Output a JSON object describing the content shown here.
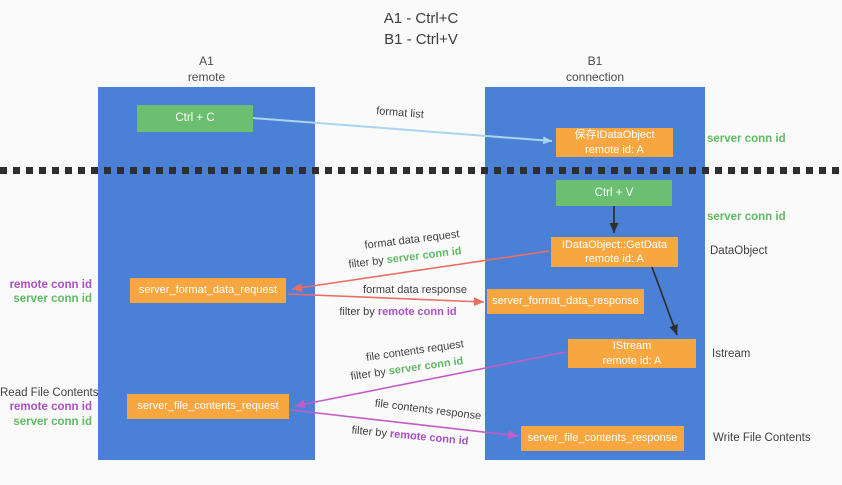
{
  "title": {
    "line1": "A1 - Ctrl+C",
    "line2": "B1 - Ctrl+V"
  },
  "columns": {
    "left": {
      "name": "A1",
      "subtitle": "remote"
    },
    "right": {
      "name": "B1",
      "subtitle": "connection"
    }
  },
  "nodes": {
    "ctrl_c": "Ctrl + C",
    "ctrl_v": "Ctrl + V",
    "save_idataobject": {
      "line1": "保存IDataObject",
      "line2": "remote id: A"
    },
    "getdata": {
      "line1": "IDataObject::GetData",
      "line2": "remote id: A"
    },
    "istream": {
      "line1": "IStream",
      "line2": "remote id: A"
    },
    "format_request": "server_format_data_request",
    "format_response": "server_format_data_response",
    "file_request": "server_file_contents_request",
    "file_response": "server_file_contents_response"
  },
  "labels": {
    "format_list": "format list",
    "format_data_request": "format data request",
    "format_data_response": "format data response",
    "file_contents_request": "file contents request",
    "file_contents_response": "file contents response",
    "filter_by": "filter by",
    "server_conn_id": "server conn id",
    "remote_conn_id": "remote conn id",
    "dataobject": "DataObject",
    "istream": "Istream",
    "read_file_contents": "Read File Contents",
    "write_file_contents": "Write File Contents"
  },
  "colors": {
    "column_blue": "#4a80d5",
    "box_green": "#6cbe70",
    "box_orange": "#f7a640",
    "green_text": "#5fba63",
    "purple_text": "#ab4fc3",
    "red_arrow": "#ec6e62",
    "magenta_arrow": "#c45cc7",
    "light_blue_arrow": "#aad4f0",
    "black_arrow": "#2e2e2e"
  }
}
